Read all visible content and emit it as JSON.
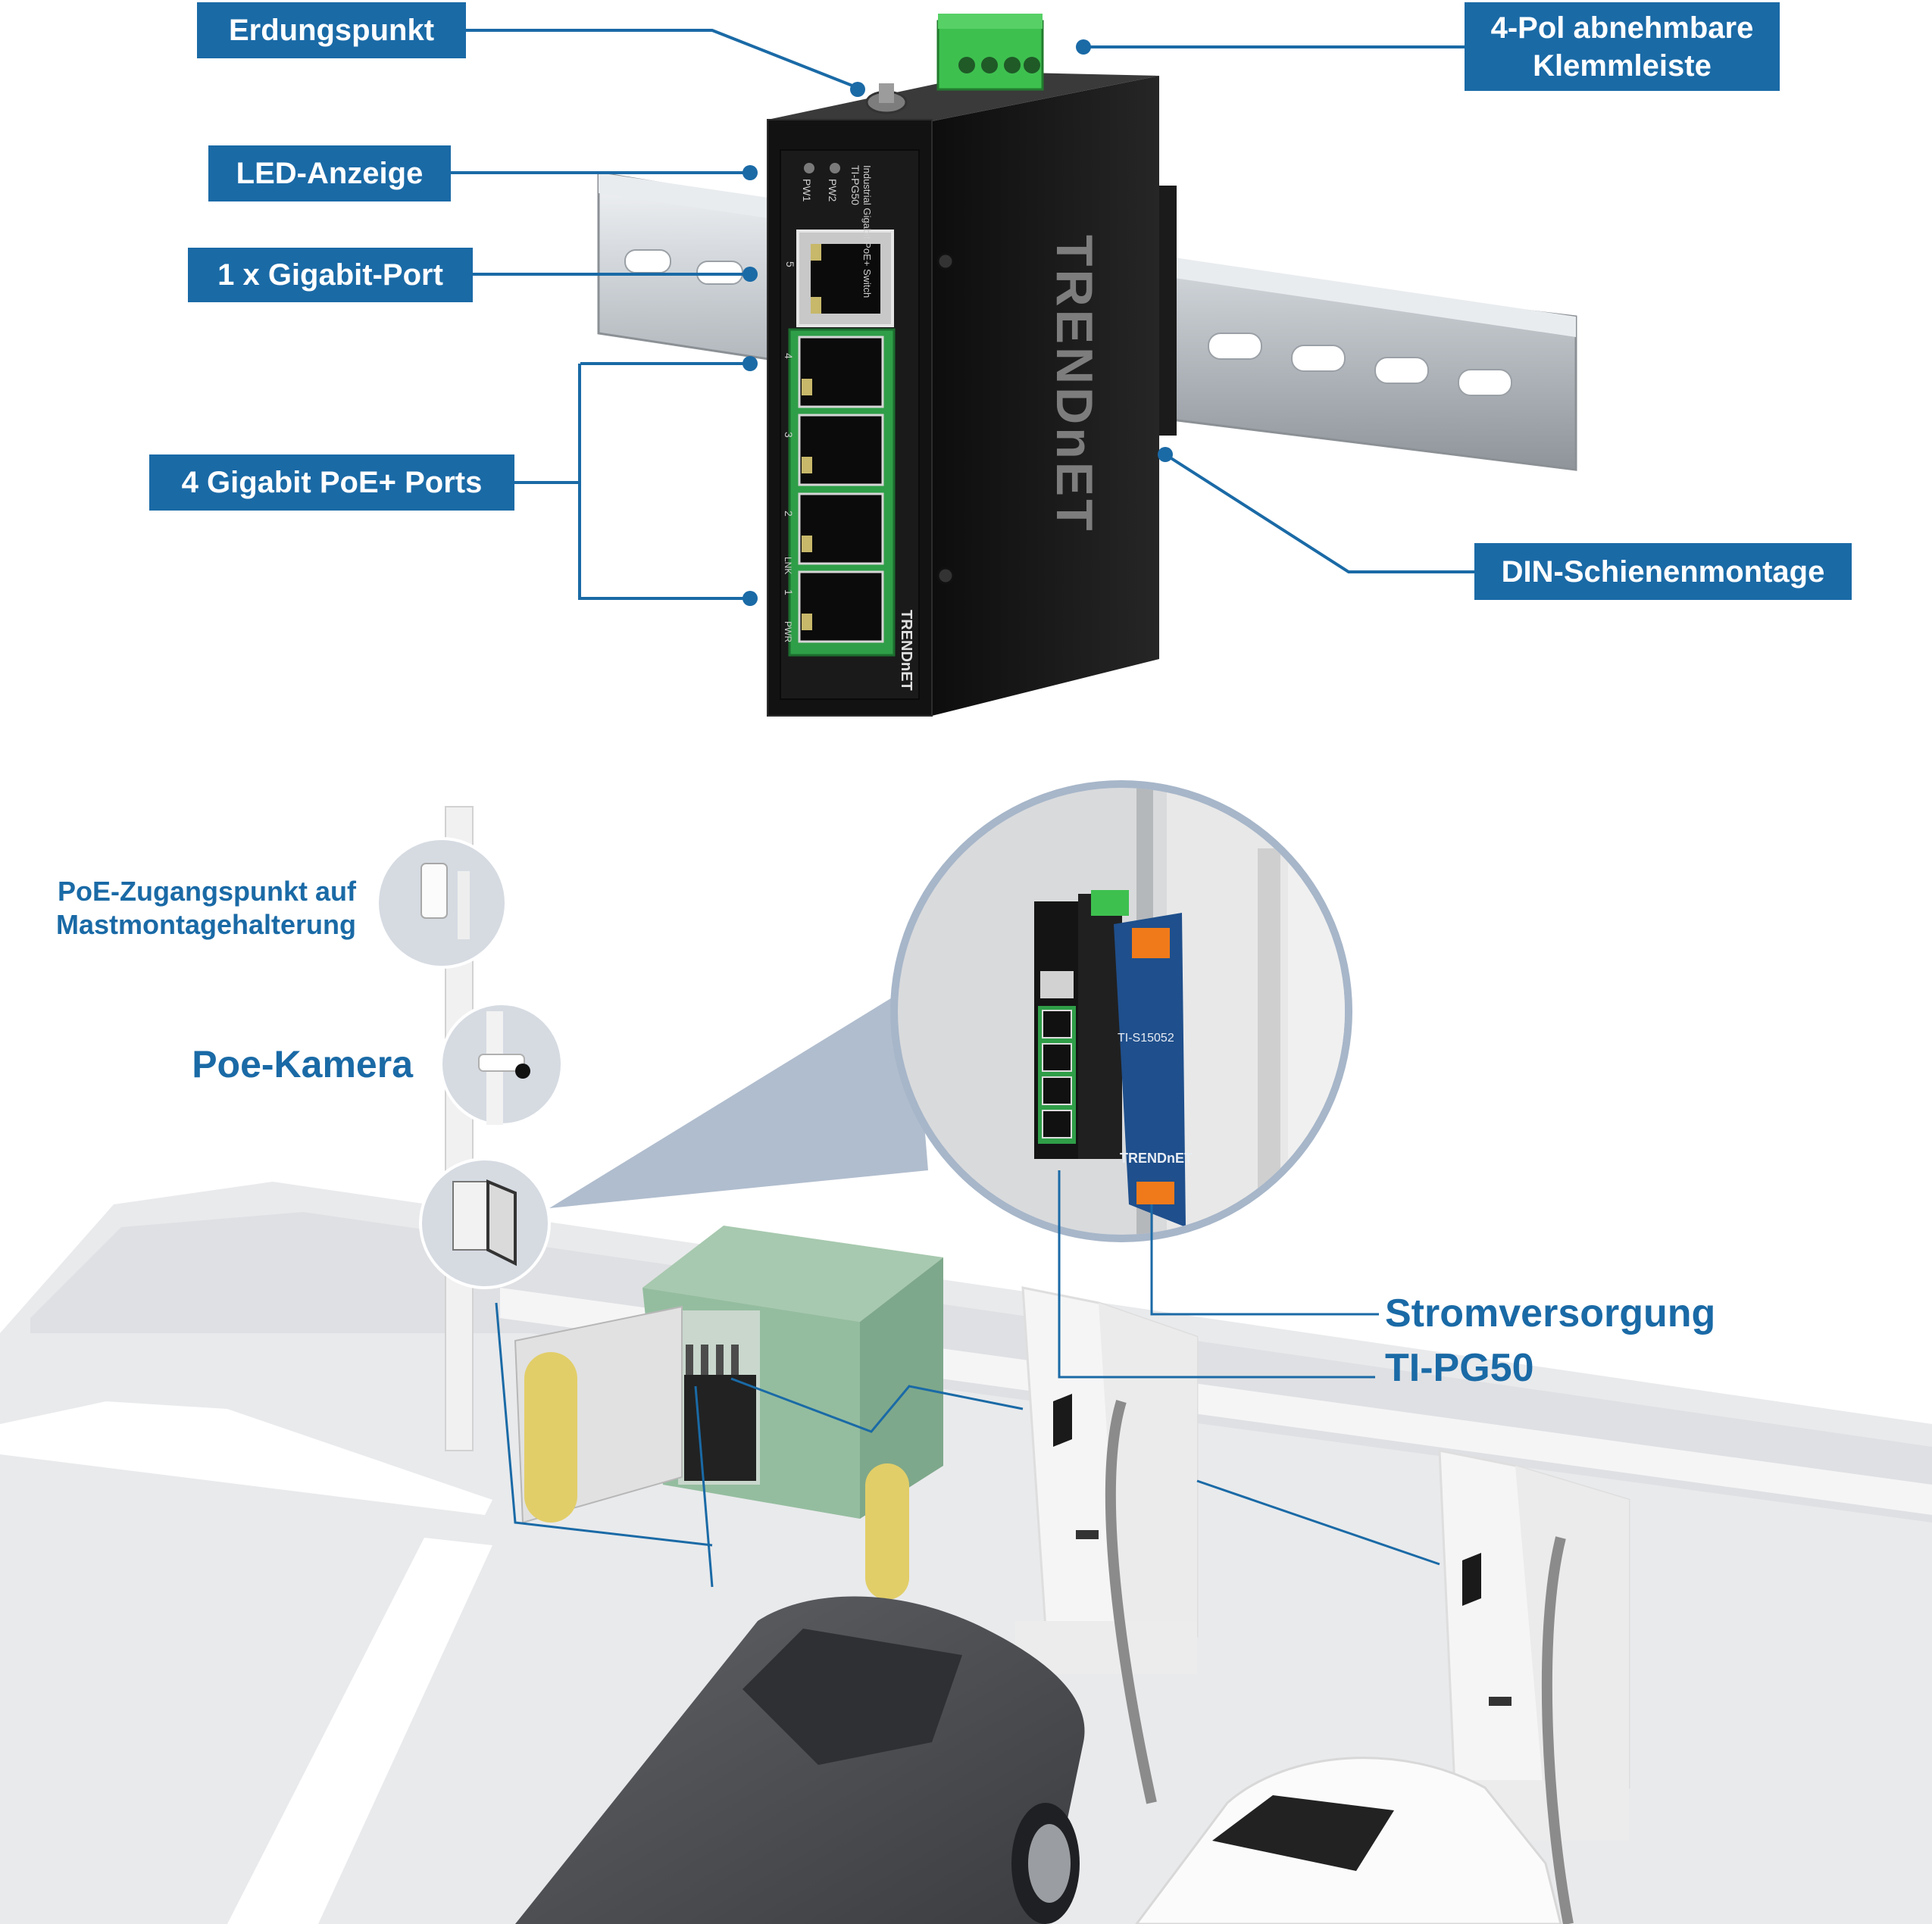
{
  "colors": {
    "callout_blue": "#1a6aa6",
    "switch_body": "#141414",
    "poe_port_green": "#2f9e48",
    "terminal_block_green": "#3ec04f",
    "cabinet_green": "#94bd9f",
    "bollard_yellow": "#e2ce68",
    "power_supply_blue": "#1f4f8c"
  },
  "top_callouts": {
    "grounding": "Erdungspunkt",
    "terminal_block_line1": "4-Pol abnehmbare",
    "terminal_block_line2": "Klemmleiste",
    "led": "LED-Anzeige",
    "gigabit_port": "1 x Gigabit-Port",
    "poe_ports": "4 Gigabit PoE+ Ports",
    "din_rail": "DIN-Schienenmontage"
  },
  "device": {
    "brand": "TRENDnET",
    "product_line": "Industrial Gigabit PoE+ Switch",
    "model": "TI-PG50",
    "led_pw1": "PW1",
    "led_pw2": "PW2",
    "port_numbers": [
      "5",
      "4",
      "3",
      "2",
      "1"
    ],
    "lnk_label": "LNK",
    "pwr_label": "PWR"
  },
  "bottom_labels": {
    "access_point_line1": "PoE-Zugangspunkt auf",
    "access_point_line2": "Mastmontagehalterung",
    "camera": "Poe-Kamera",
    "power_supply": "Stromversorgung",
    "switch": "TI-PG50"
  },
  "power_supply_device": {
    "model": "TI-S15052"
  }
}
